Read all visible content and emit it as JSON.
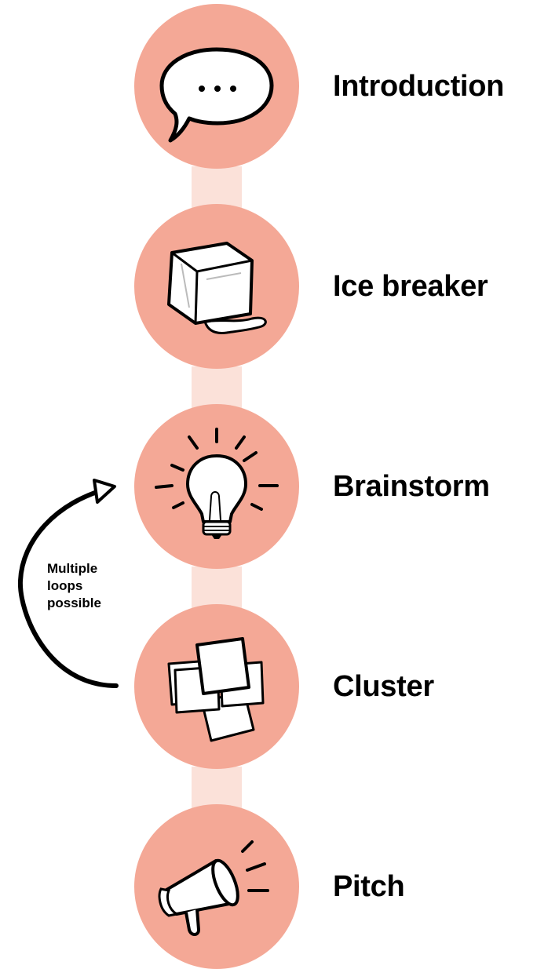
{
  "steps": [
    {
      "label": "Introduction",
      "icon": "speech-bubble-icon"
    },
    {
      "label": "Ice breaker",
      "icon": "ice-cube-icon"
    },
    {
      "label": "Brainstorm",
      "icon": "light-bulb-icon"
    },
    {
      "label": "Cluster",
      "icon": "sticky-notes-icon"
    },
    {
      "label": "Pitch",
      "icon": "megaphone-icon"
    }
  ],
  "loop_note": {
    "line1": "Multiple",
    "line2": "loops",
    "line3": "possible"
  },
  "colors": {
    "circle": "#f4a896",
    "connector": "#fbe1d9",
    "ink": "#000000"
  }
}
